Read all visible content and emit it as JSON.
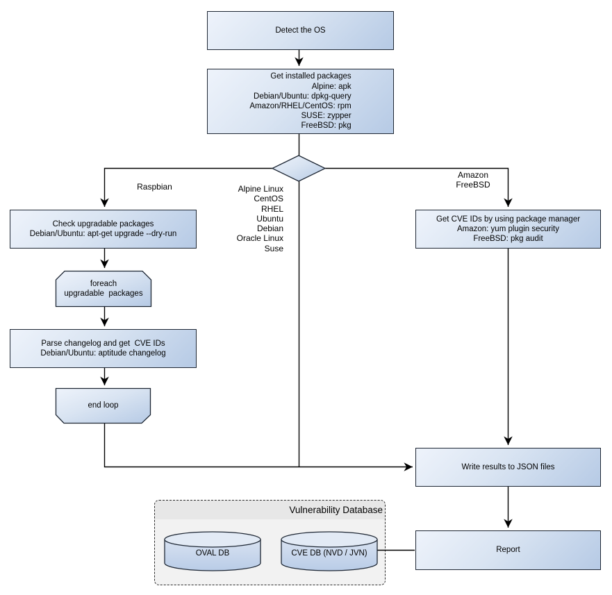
{
  "diagram": {
    "nodes": {
      "detect_os": {
        "label": "Detect the OS"
      },
      "get_installed_packages": {
        "lines": [
          "Get installed packages",
          "Alpine: apk",
          "Debian/Ubuntu: dpkg-query",
          "Amazon/RHEL/CentOS: rpm",
          "SUSE: zypper",
          "FreeBSD: pkg"
        ]
      },
      "check_upgradable": {
        "lines": [
          "Check upgradable packages",
          "Debian/Ubuntu: apt-get upgrade --dry-run"
        ]
      },
      "foreach_loop": {
        "lines": [
          "foreach",
          "upgradable  packages"
        ]
      },
      "parse_changelog": {
        "lines": [
          "Parse changelog and get  CVE IDs",
          "Debian/Ubuntu: aptitude changelog"
        ]
      },
      "end_loop": {
        "label": "end loop"
      },
      "get_cve_ids": {
        "lines": [
          "Get CVE IDs by using package manager",
          "Amazon: yum plugin security",
          "FreeBSD: pkg audit"
        ]
      },
      "write_results": {
        "label": "Write results to JSON files"
      },
      "report": {
        "label": "Report"
      }
    },
    "branch_labels": {
      "left": "Raspbian",
      "middle": [
        "Alpine Linux",
        "CentOS",
        "RHEL",
        "Ubuntu",
        "Debian",
        "Oracle Linux",
        "Suse"
      ],
      "right": [
        "Amazon",
        "FreeBSD"
      ]
    },
    "database": {
      "title": "Vulnerability Database",
      "oval_db": "OVAL DB",
      "cve_db": "CVE DB (NVD / JVN)"
    },
    "colors": {
      "node_fill_light": "#eef3fb",
      "node_fill_dark": "#b6cae5",
      "node_border": "#1d2633",
      "connector": "#000000",
      "container_bg": "#f2f2f2",
      "container_header_bg": "#e7e7e7",
      "cylinder_top": "#e2eaf5",
      "text": "#000000"
    }
  }
}
